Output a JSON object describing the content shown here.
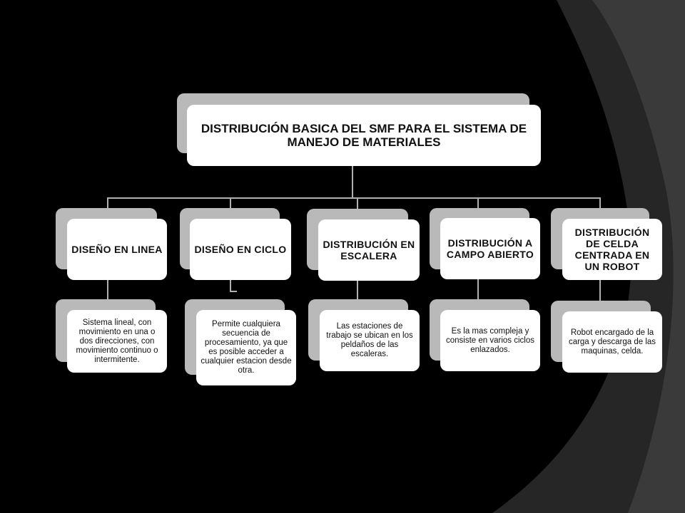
{
  "diagram": {
    "root": "DISTRIBUCIÓN BASICA DEL SMF PARA EL SISTEMA DE MANEJO DE MATERIALES",
    "branches": [
      {
        "title": "DISEÑO EN LINEA",
        "description": "Sistema lineal, con movimiento en una o dos direcciones, con movimiento continuo o intermitente."
      },
      {
        "title": "DISEÑO EN CICLO",
        "description": "Permite cualquiera secuencia de procesamiento, ya que es posible acceder a cualquier estacion desde otra."
      },
      {
        "title": "DISTRIBUCIÓN EN ESCALERA",
        "description": "Las estaciones de trabajo se ubican en los peldaños de las escaleras."
      },
      {
        "title": "DISTRIBUCIÓN A CAMPO ABIERTO",
        "description": "Es la mas compleja y consiste en varios ciclos enlazados."
      },
      {
        "title": "DISTRIBUCIÓN DE CELDA CENTRADA EN UN ROBOT",
        "description": "Robot encargado de la carga y descarga de las maquinas, celda."
      }
    ]
  }
}
